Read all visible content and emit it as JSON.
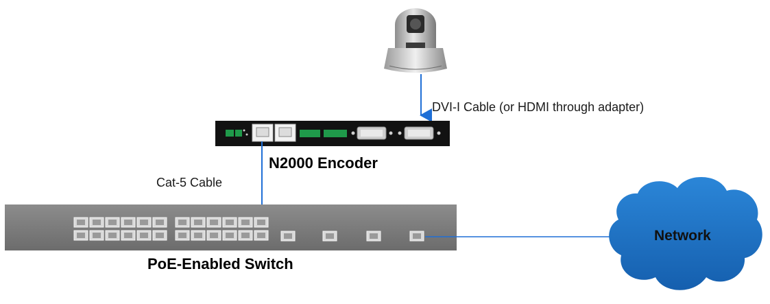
{
  "labels": {
    "cable_dvi": "DVI-I Cable (or HDMI through adapter)",
    "encoder": "N2000 Encoder",
    "cable_cat5": "Cat-5 Cable",
    "switch": "PoE-Enabled Switch",
    "network": "Network"
  },
  "colors": {
    "connector_line": "#1f6fd6",
    "cloud_fill": "#1f77c7",
    "switch_body": "#7a7a7a",
    "encoder_body": "#111111"
  },
  "icons": {
    "camera": "ptz-camera-icon",
    "encoder": "encoder-device-icon",
    "switch": "network-switch-icon",
    "cloud": "cloud-icon"
  }
}
